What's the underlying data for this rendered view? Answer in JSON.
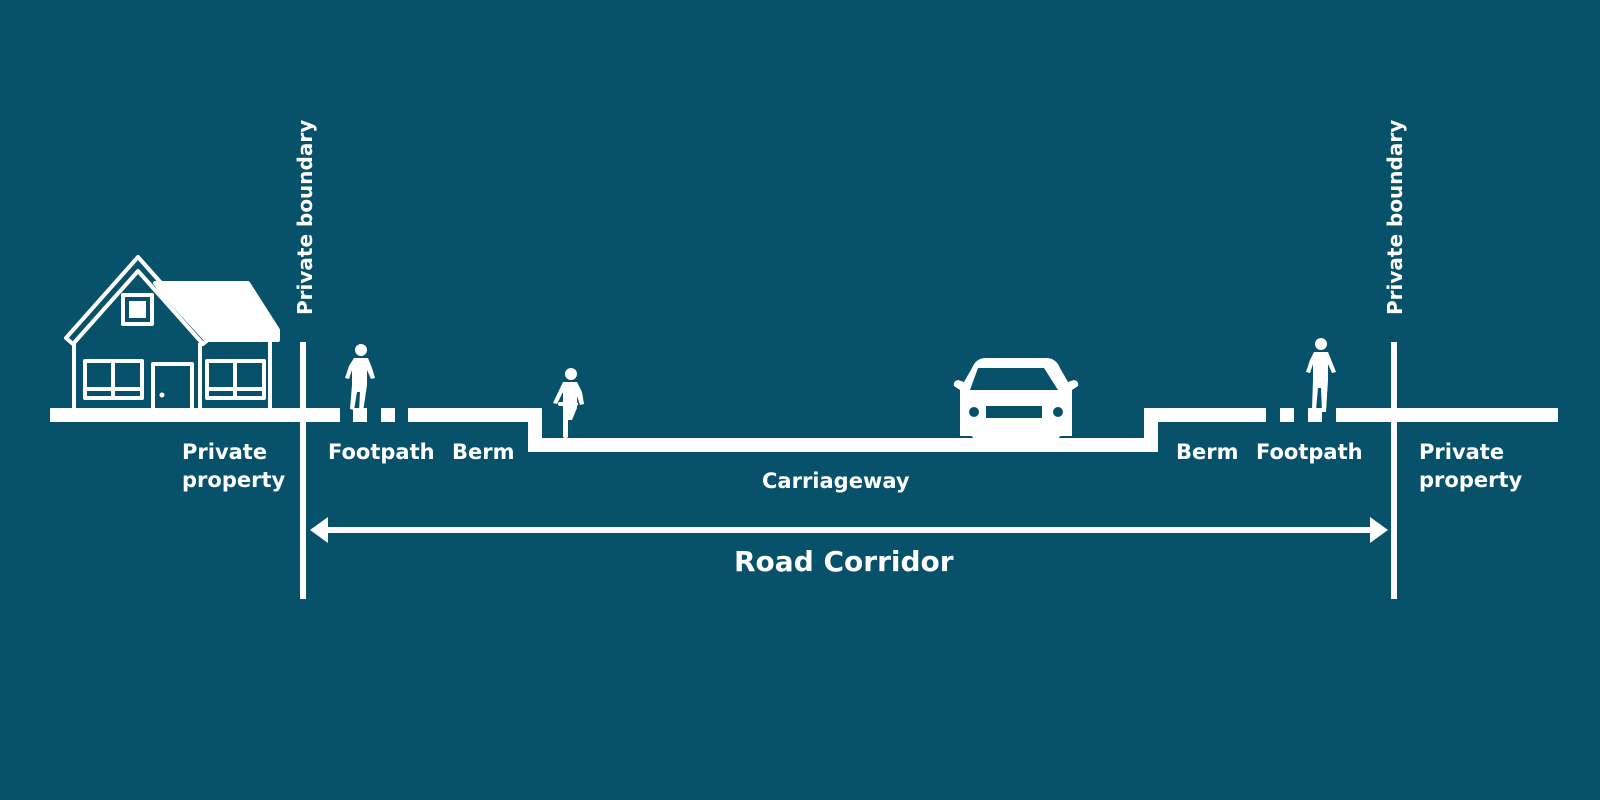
{
  "colors": {
    "background": "#07526A",
    "foreground": "#FFFFFF"
  },
  "labels": {
    "private_boundary_left": "Private boundary",
    "private_boundary_right": "Private boundary",
    "private_property_left": "Private\nproperty",
    "private_property_right": "Private\nproperty",
    "footpath_left": "Footpath",
    "footpath_right": "Footpath",
    "berm_left": "Berm",
    "berm_right": "Berm",
    "carriageway": "Carriageway",
    "road_corridor": "Road Corridor"
  },
  "icons": [
    "house-icon",
    "pedestrian-icon",
    "cyclist-icon",
    "car-icon"
  ]
}
